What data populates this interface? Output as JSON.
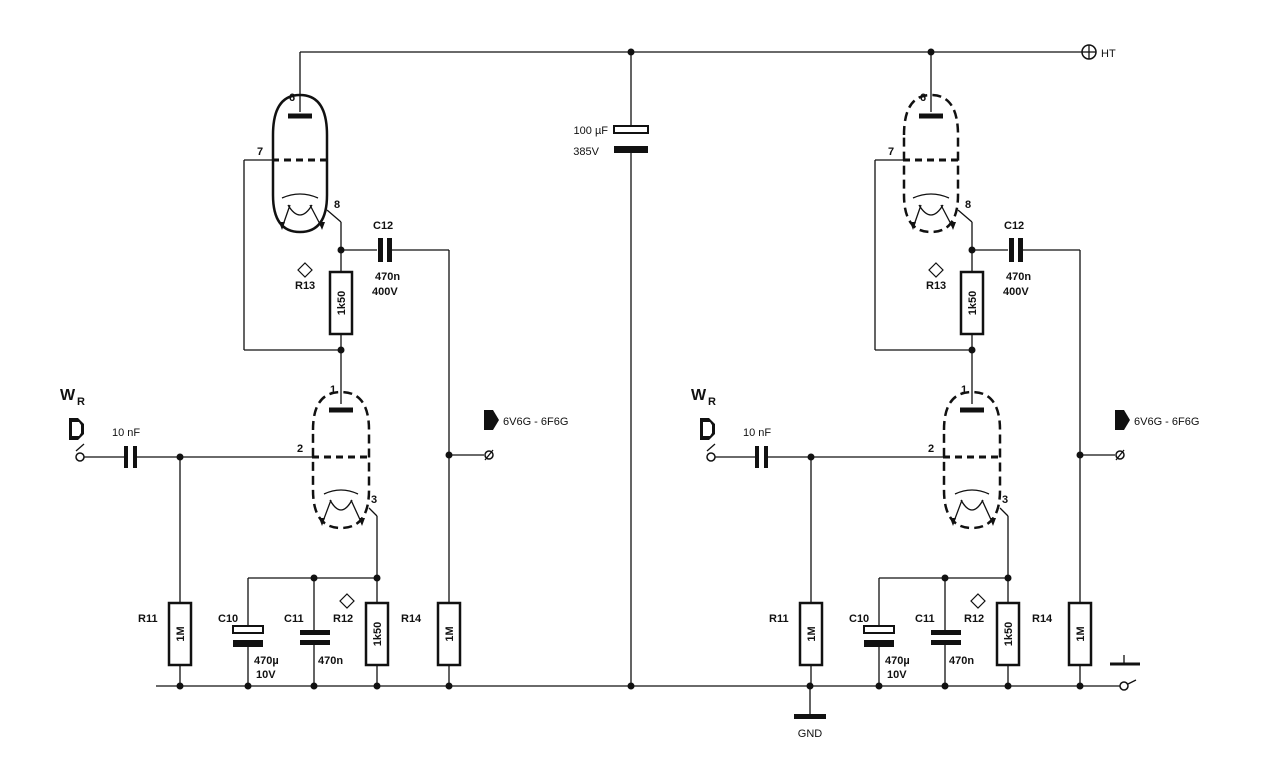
{
  "rails": {
    "ht": "HT",
    "gnd": "GND"
  },
  "reservoir_cap": {
    "value": "100 µF",
    "voltage": "385V"
  },
  "channels": [
    {
      "input": {
        "label": "W",
        "sub": "R",
        "coupling_cap": "10 nF"
      },
      "output_label": "6V6G - 6F6G",
      "upper_tube_pins": [
        "6",
        "7",
        "8"
      ],
      "lower_tube_pins": [
        "1",
        "2",
        "3"
      ],
      "c12": {
        "ref": "C12",
        "value": "470n",
        "voltage": "400V"
      },
      "r13": {
        "ref": "R13",
        "value": "1k50"
      },
      "r11": {
        "ref": "R11",
        "value": "1M"
      },
      "r12": {
        "ref": "R12",
        "value": "1k50"
      },
      "r14": {
        "ref": "R14",
        "value": "1M"
      },
      "c10": {
        "ref": "C10",
        "value": "470µ",
        "voltage": "10V"
      },
      "c11": {
        "ref": "C11",
        "value": "470n"
      }
    },
    {
      "input": {
        "label": "W",
        "sub": "R",
        "coupling_cap": "10 nF"
      },
      "output_label": "6V6G - 6F6G",
      "upper_tube_pins": [
        "6",
        "7",
        "8"
      ],
      "lower_tube_pins": [
        "1",
        "2",
        "3"
      ],
      "c12": {
        "ref": "C12",
        "value": "470n",
        "voltage": "400V"
      },
      "r13": {
        "ref": "R13",
        "value": "1k50"
      },
      "r11": {
        "ref": "R11",
        "value": "1M"
      },
      "r12": {
        "ref": "R12",
        "value": "1k50"
      },
      "r14": {
        "ref": "R14",
        "value": "1M"
      },
      "c10": {
        "ref": "C10",
        "value": "470µ",
        "voltage": "10V"
      },
      "c11": {
        "ref": "C11",
        "value": "470n"
      }
    }
  ]
}
